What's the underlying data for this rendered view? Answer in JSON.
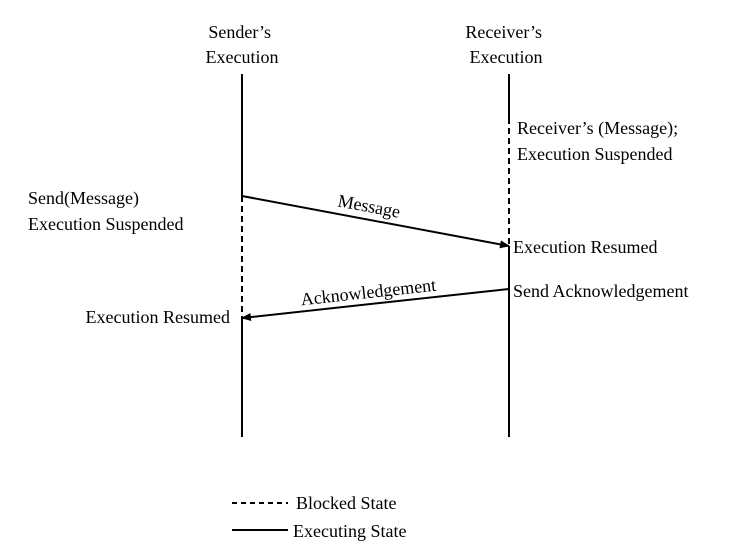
{
  "headers": {
    "sender": [
      "Sender’s",
      "Execution"
    ],
    "receiver": [
      "Receiver’s",
      "Execution"
    ]
  },
  "labels": {
    "receiver_suspended": [
      "Receiver’s (Message);",
      "Execution Suspended"
    ],
    "sender_send": [
      "Send(Message)",
      "Execution Suspended"
    ],
    "receiver_resumed": "Execution Resumed",
    "receiver_send_ack": "Send Acknowledgement",
    "sender_resumed": "Execution Resumed"
  },
  "messages": {
    "message": "Message",
    "acknowledgement": "Acknowledgement"
  },
  "legend": {
    "blocked": "Blocked State",
    "executing": "Executing State"
  },
  "colors": {
    "line": "#000000",
    "background": "#ffffff"
  }
}
